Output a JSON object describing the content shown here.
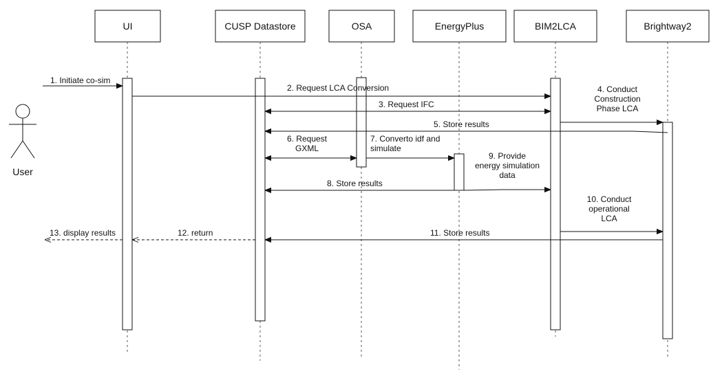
{
  "participants": [
    {
      "id": "ui",
      "label": "UI"
    },
    {
      "id": "cusp",
      "label": "CUSP Datastore"
    },
    {
      "id": "osa",
      "label": "OSA"
    },
    {
      "id": "energyplus",
      "label": "EnergyPlus"
    },
    {
      "id": "bim2lca",
      "label": "BIM2LCA"
    },
    {
      "id": "brightway2",
      "label": "Brightway2"
    }
  ],
  "actor": {
    "label": "User"
  },
  "messages": [
    {
      "id": "m1",
      "lines": [
        "1. Initiate co-sim"
      ],
      "style": "solid"
    },
    {
      "id": "m2",
      "lines": [
        "2. Request LCA Conversion"
      ],
      "style": "solid"
    },
    {
      "id": "m3",
      "lines": [
        "3. Request IFC"
      ],
      "style": "solid"
    },
    {
      "id": "m4",
      "lines": [
        "4. Conduct",
        "Construction",
        "Phase LCA"
      ],
      "style": "solid"
    },
    {
      "id": "m5",
      "lines": [
        "5. Store results"
      ],
      "style": "solid"
    },
    {
      "id": "m6",
      "lines": [
        "6. Request",
        "GXML"
      ],
      "style": "solid"
    },
    {
      "id": "m7",
      "lines": [
        "7. Converto idf and",
        "simulate"
      ],
      "style": "solid"
    },
    {
      "id": "m8",
      "lines": [
        "8. Store results"
      ],
      "style": "solid"
    },
    {
      "id": "m9",
      "lines": [
        "9. Provide",
        "energy simulation",
        "data"
      ],
      "style": "solid"
    },
    {
      "id": "m10",
      "lines": [
        "10. Conduct",
        "operational",
        "LCA"
      ],
      "style": "solid"
    },
    {
      "id": "m11",
      "lines": [
        "11. Store results"
      ],
      "style": "solid"
    },
    {
      "id": "m12",
      "lines": [
        "12. return"
      ],
      "style": "dashed"
    },
    {
      "id": "m13",
      "lines": [
        "13. display results"
      ],
      "style": "dashed"
    }
  ],
  "colors": {
    "line": "#111111",
    "background": "#ffffff",
    "lifeline": "#555555"
  }
}
